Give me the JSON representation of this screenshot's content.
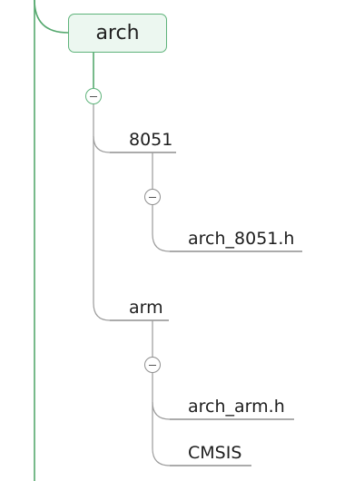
{
  "mindmap": {
    "root_branch": {
      "label": "arch",
      "children": [
        {
          "label": "8051",
          "children": [
            {
              "label": "arch_8051.h"
            }
          ]
        },
        {
          "label": "arm",
          "children": [
            {
              "label": "arch_arm.h"
            },
            {
              "label": "CMSIS"
            }
          ]
        }
      ]
    }
  },
  "colors": {
    "branch_line": "#55a86e",
    "node_fill": "#ecf7f0",
    "node_border": "#5eb37a",
    "connector": "#9a9a9a",
    "text": "#1e1e1e"
  },
  "icons": {
    "collapse": "collapse-minus-icon"
  }
}
